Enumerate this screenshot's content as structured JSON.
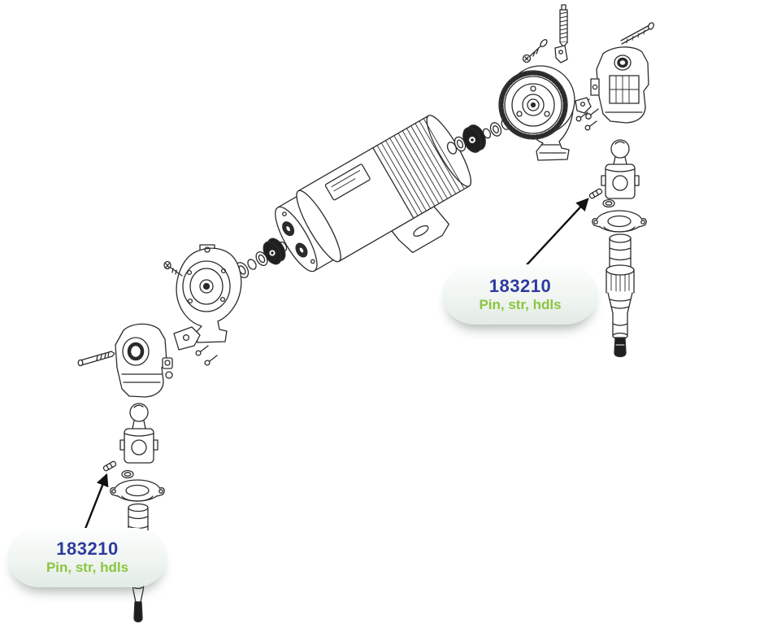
{
  "diagram": {
    "description": "Exploded parts diagram of a two-piston pump with motor, drive gear and lower displacement pumps",
    "callouts": [
      {
        "part_number": "183210",
        "part_name": "Pin, str, hdls",
        "position": "bottom-left"
      },
      {
        "part_number": "183210",
        "part_name": "Pin, str, hdls",
        "position": "center-right"
      }
    ],
    "colors": {
      "part_number_text": "#2e3b9d",
      "part_name_text": "#8bc53f",
      "line_art": "#2b2b2b",
      "callout_background": "#eef4f0",
      "arrow": "#111111"
    }
  }
}
